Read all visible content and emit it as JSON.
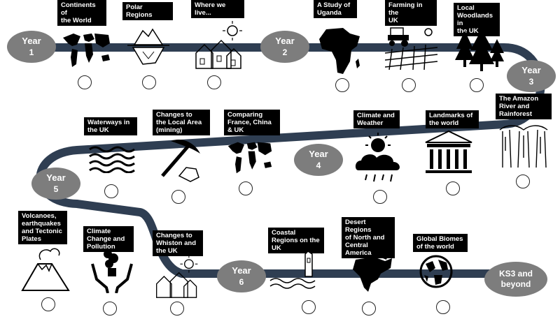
{
  "years": [
    {
      "word": "Year",
      "num": "1"
    },
    {
      "word": "Year",
      "num": "2"
    },
    {
      "word": "Year",
      "num": "3"
    },
    {
      "word": "Year",
      "num": "4"
    },
    {
      "word": "Year",
      "num": "5"
    },
    {
      "word": "Year",
      "num": "6"
    }
  ],
  "end_label": "KS3 and\nbeyond",
  "topics": [
    {
      "label": "Continents of\nthe World",
      "icon": "world-map-icon",
      "badge": "geography-badge-icon"
    },
    {
      "label": "Polar Regions",
      "icon": "iceberg-icon",
      "badge": "settlement-badge-icon"
    },
    {
      "label": "Where we\nlive...",
      "icon": "houses-sun-icon",
      "badge": "city-badge-icon"
    },
    {
      "label": "A Study of\nUganda",
      "icon": "africa-map-icon",
      "badge": "geography-badge-icon"
    },
    {
      "label": "Farming in the\nUK",
      "icon": "tractor-field-icon",
      "badge": "settlement-badge-icon"
    },
    {
      "label": "Local\nWoodlands in\nthe UK",
      "icon": "pine-trees-icon",
      "badge": "city-badge-icon"
    },
    {
      "label": "The Amazon\nRiver and\nRainforest",
      "icon": "rainforest-icon",
      "badge": "city-badge-icon"
    },
    {
      "label": "Landmarks of\nthe world",
      "icon": "temple-icon",
      "badge": "geography-badge-icon"
    },
    {
      "label": "Climate and\nWeather",
      "icon": "rain-cloud-sun-icon",
      "badge": "settlement-badge-icon"
    },
    {
      "label": "Comparing\nFrance, China\n& UK",
      "icon": "world-map-icon",
      "badge": "geography-badge-icon"
    },
    {
      "label": "Changes to\nthe Local Area\n(mining)",
      "icon": "pickaxe-icon",
      "badge": "settlement-badge-icon"
    },
    {
      "label": "Waterways in\nthe UK",
      "icon": "waves-icon",
      "badge": "city-badge-icon"
    },
    {
      "label": "Volcanoes,\nearthquakes\nand Tectonic\nPlates",
      "icon": "volcano-icon",
      "badge": "geography-badge-icon"
    },
    {
      "label": "Climate\nChange and\nPollution",
      "icon": "hands-smoke-icon",
      "badge": "settlement-badge-icon"
    },
    {
      "label": "Changes to\nWhiston and\nthe UK",
      "icon": "houses-sun-icon",
      "badge": "city-badge-icon"
    },
    {
      "label": "Coastal\nRegions on the\nUK",
      "icon": "lighthouse-waves-icon",
      "badge": "city-badge-icon"
    },
    {
      "label": "Desert Regions\nof North and\nCentral\nAmerica",
      "icon": "north-america-map-icon",
      "badge": "geography-badge-icon"
    },
    {
      "label": "Global Biomes\nof the world",
      "icon": "globe-icon",
      "badge": "settlement-badge-icon"
    }
  ]
}
